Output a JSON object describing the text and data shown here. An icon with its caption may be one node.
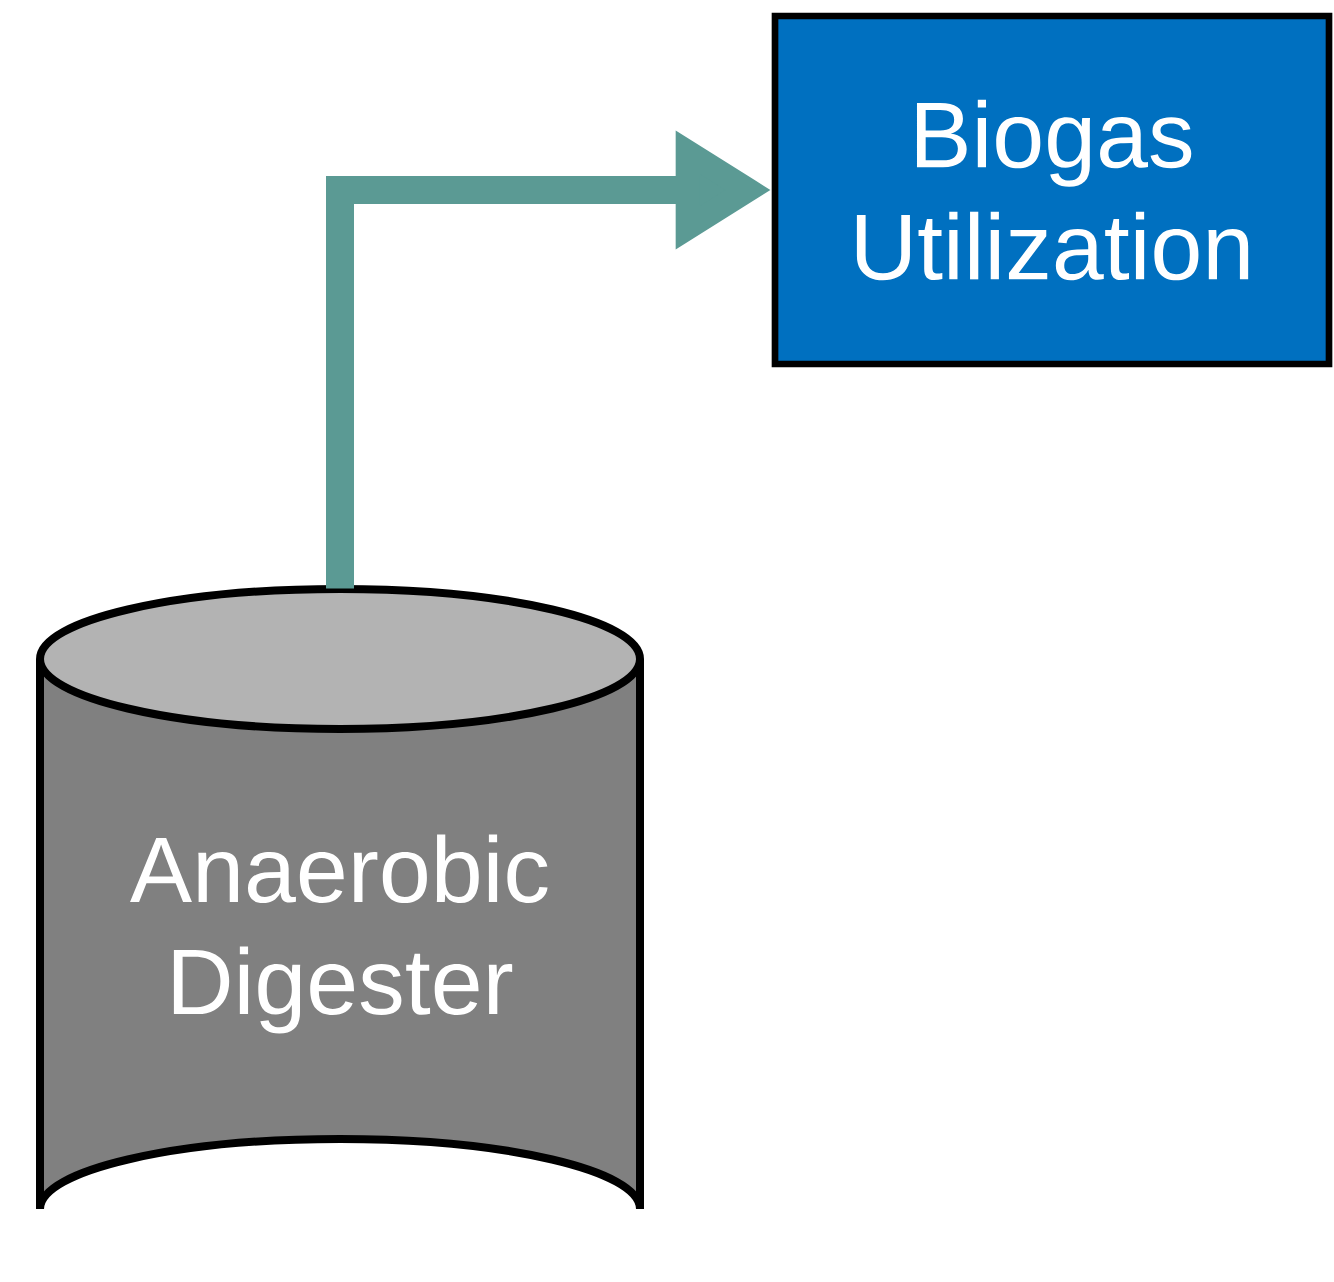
{
  "diagram": {
    "nodes": [
      {
        "text": [
          "Anaerobic Digester"
        ]
      },
      {
        "text": [
          "Biogas Utilization"
        ]
      }
    ],
    "edges": [
      {
        "from": 0,
        "to": 1,
        "arrow": "to"
      }
    ]
  }
}
